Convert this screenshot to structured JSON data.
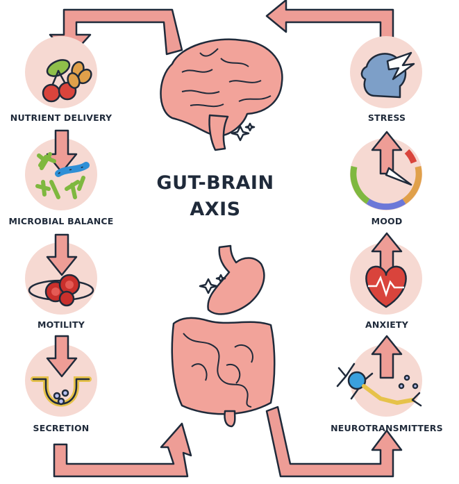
{
  "title": {
    "line1": "GUT-BRAIN",
    "line2": "AXIS"
  },
  "left_column": [
    {
      "label": "NUTRIENT DELIVERY",
      "icon": "fruit-icon"
    },
    {
      "label": "MICROBIAL BALANCE",
      "icon": "bacteria-icon"
    },
    {
      "label": "MOTILITY",
      "icon": "blood-cells-icon"
    },
    {
      "label": "SECRETION",
      "icon": "gland-icon"
    }
  ],
  "right_column": [
    {
      "label": "STRESS",
      "icon": "stressed-head-icon"
    },
    {
      "label": "MOOD",
      "icon": "mood-gauge-icon"
    },
    {
      "label": "ANXIETY",
      "icon": "heartbeat-icon"
    },
    {
      "label": "NEUROTRANSMITTERS",
      "icon": "neuron-icon"
    }
  ],
  "center": {
    "top_icon": "brain-icon",
    "bottom_icon": "digestive-system-icon"
  },
  "colors": {
    "circle_fill": "#f6d9d2",
    "arrow_fill": "#ee9d96",
    "outline": "#1f2a3a",
    "organ_fill": "#f2a39a",
    "text": "#1f2a3a"
  }
}
